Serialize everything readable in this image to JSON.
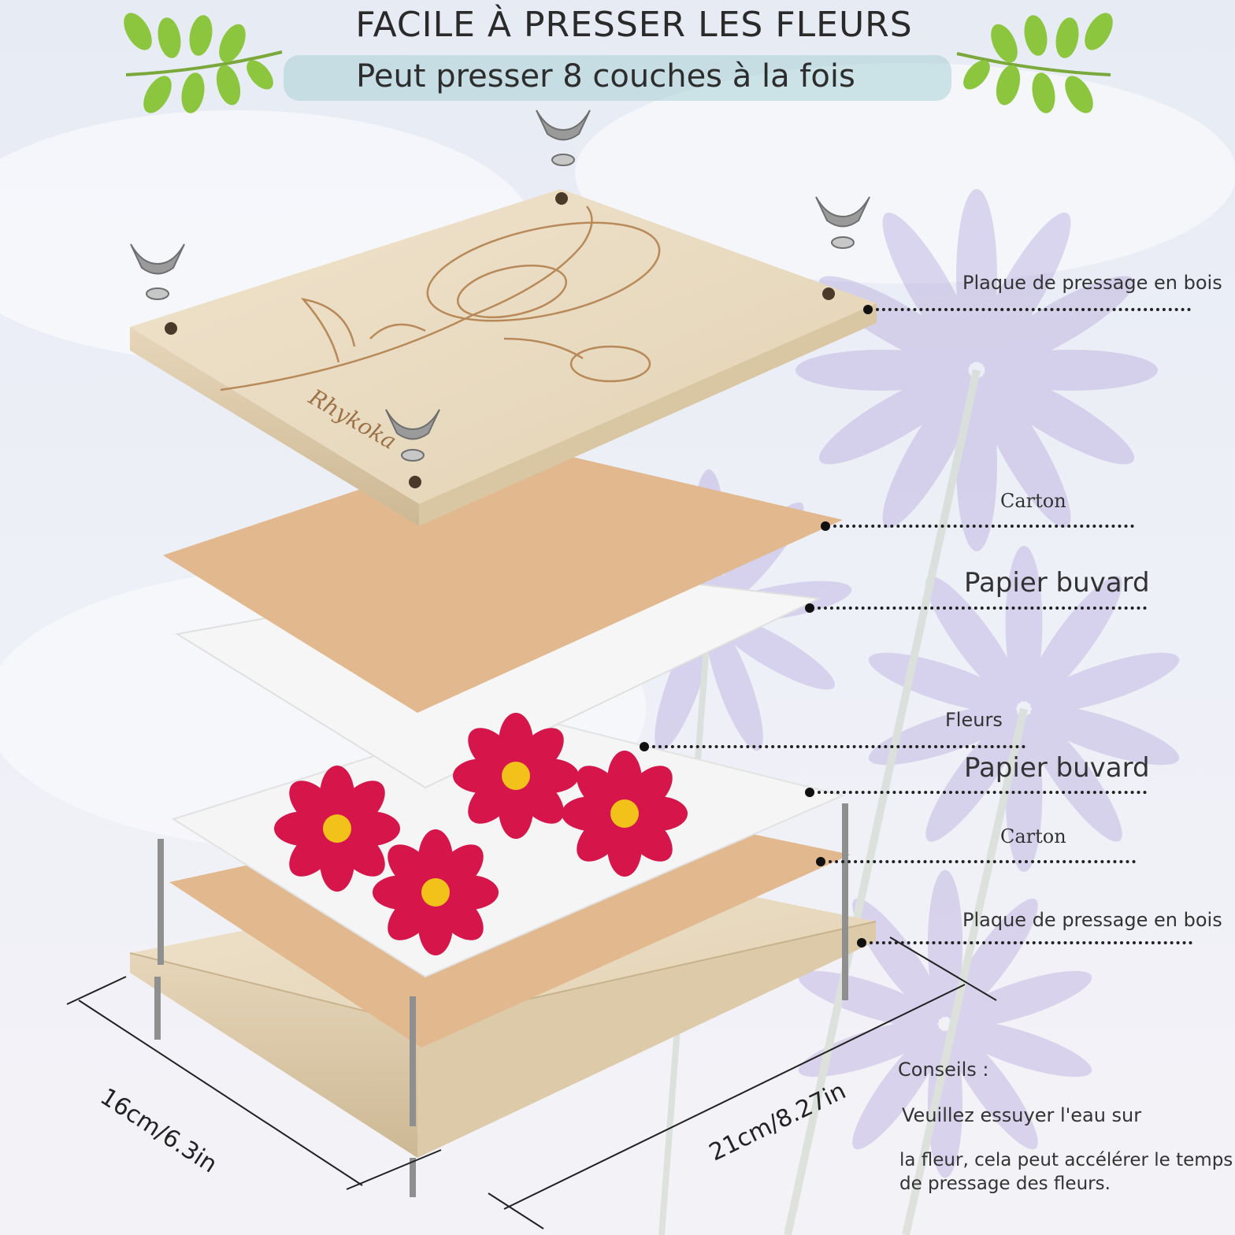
{
  "header": {
    "title": "FACILE À PRESSER LES FLEURS",
    "subtitle": "Peut presser 8 couches à la fois"
  },
  "layers": {
    "top_plate": "Plaque de pressage en bois",
    "cardboard_top": "Carton",
    "blotting_top": "Papier buvard",
    "flowers": "Fleurs",
    "blotting_bottom": "Papier buvard",
    "cardboard_bottom": "Carton",
    "bottom_plate": "Plaque de pressage en bois"
  },
  "brand": "Rhykoka",
  "dimensions": {
    "depth": "16cm/6.3in",
    "width": "21cm/8.27in"
  },
  "tips": {
    "heading": "Conseils :",
    "line1": "Veuillez essuyer l'eau sur",
    "line2": "la fleur, cela peut accélérer le temps",
    "line3": "de pressage des fleurs."
  },
  "colors": {
    "wood": "#e9dcc3",
    "cardboard": "#e2b88e",
    "blotting": "#f4f4f4",
    "flower": "#d6154a",
    "flower_center": "#f2c21a",
    "leaf": "#8cc63f"
  }
}
